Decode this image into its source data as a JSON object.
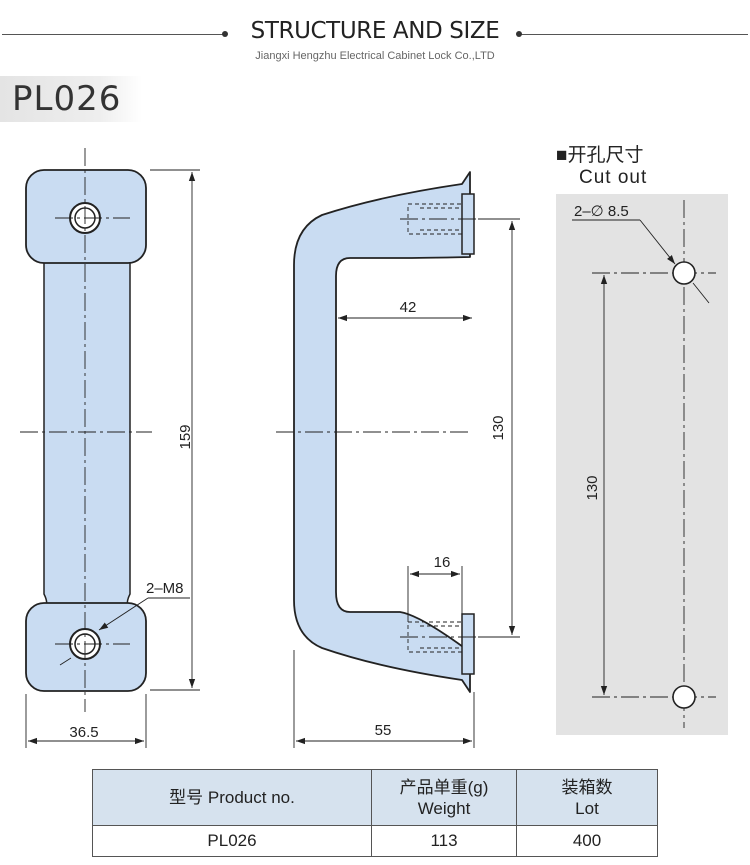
{
  "header": {
    "title": "STRUCTURE AND SIZE",
    "subtitle": "Jiangxi Hengzhu Electrical Cabinet Lock Co.,LTD"
  },
  "model_code": "PL026",
  "cutout": {
    "title_cn": "■开孔尺寸",
    "title_en": "Cut out",
    "hole_label": "2–∅ 8.5",
    "spacing": "130"
  },
  "dimensions": {
    "front_length": "159",
    "front_width": "36.5",
    "thread": "2–M8",
    "side_inner_depth": "42",
    "side_spacing": "130",
    "side_boss": "16",
    "side_depth": "55"
  },
  "colors": {
    "part_fill": "#c9dcf2",
    "outline": "#222222",
    "panel": "#e3e3e3",
    "table_header": "#d6e2ee"
  },
  "spec_table": {
    "headers": [
      {
        "line1": "型号 Product no.",
        "line2": ""
      },
      {
        "line1": "产品单重(g)",
        "line2": "Weight"
      },
      {
        "line1": "装箱数",
        "line2": "Lot"
      }
    ],
    "rows": [
      [
        "PL026",
        "113",
        "400"
      ]
    ]
  }
}
